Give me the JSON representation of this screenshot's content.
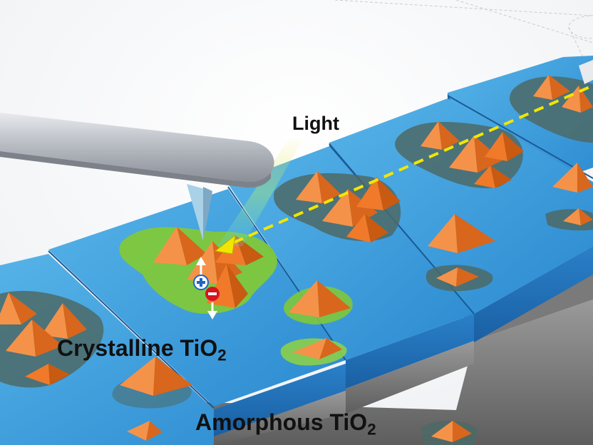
{
  "labels": {
    "light": "Light",
    "crystalline_main": "Crystalline TiO",
    "crystalline_sub": "2",
    "amorphous_main": "Amorphous TiO",
    "amorphous_sub": "2"
  },
  "colors": {
    "substrate_top": "#3fa0dc",
    "substrate_front": "#1f6fb8",
    "base_gray": "#8c8c8c",
    "crystal_orange": "#f07a2a",
    "crystal_dark": "#c85a12",
    "halo_green": "#7fc83a",
    "halo_dark": "#4f6d5a",
    "light_beam": "#f2e600",
    "probe_gray": "#b8bcc2",
    "hole_blue": "#1e64c8",
    "electron_red": "#d8141e"
  },
  "icons": {
    "hole": "plus-circle-icon",
    "electron": "minus-circle-icon",
    "up_arrow": "arrow-up-icon",
    "down_arrow": "arrow-down-icon"
  }
}
